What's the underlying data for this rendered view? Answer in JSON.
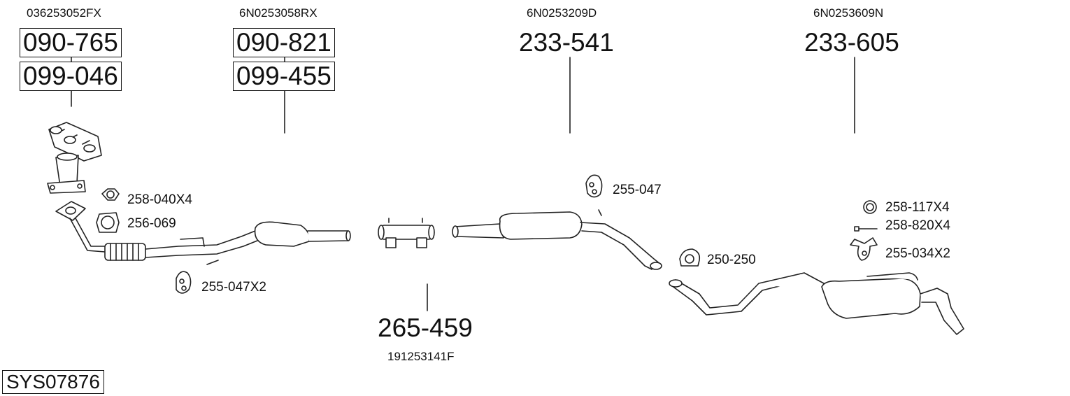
{
  "system_code": "SYS07876",
  "groups": [
    {
      "oem": "036253052FX",
      "parts": [
        "090-765",
        "099-046"
      ]
    },
    {
      "oem": "6N0253058RX",
      "parts": [
        "090-821",
        "099-455"
      ]
    },
    {
      "oem": "6N0253209D",
      "part": "233-541"
    },
    {
      "oem": "6N0253609N",
      "part": "233-605"
    },
    {
      "oem": "191253141F",
      "part": "265-459"
    }
  ],
  "accessories": {
    "nut": "258-040X4",
    "gasket": "256-069",
    "hanger_front": "255-047X2",
    "hanger_mid": "255-047",
    "clamp": "250-250",
    "ring": "258-117X4",
    "bolt": "258-820X4",
    "hanger_rear": "255-034X2"
  }
}
